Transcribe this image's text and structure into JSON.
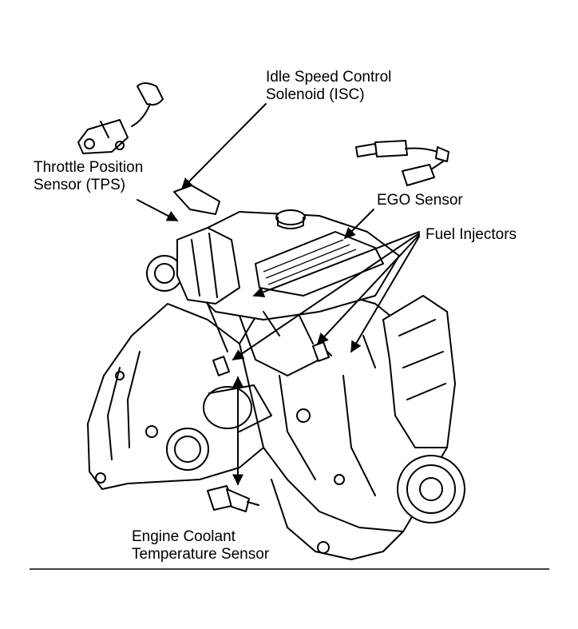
{
  "labels": {
    "isc": {
      "line1": "Idle Speed Control",
      "line2": "Solenoid (ISC)"
    },
    "tps": {
      "line1": "Throttle Position",
      "line2": "Sensor (TPS)"
    },
    "ego": {
      "line1": "EGO Sensor"
    },
    "injectors": {
      "line1": "Fuel Injectors"
    },
    "ect": {
      "line1": "Engine Coolant",
      "line2": "Temperature Sensor"
    }
  }
}
